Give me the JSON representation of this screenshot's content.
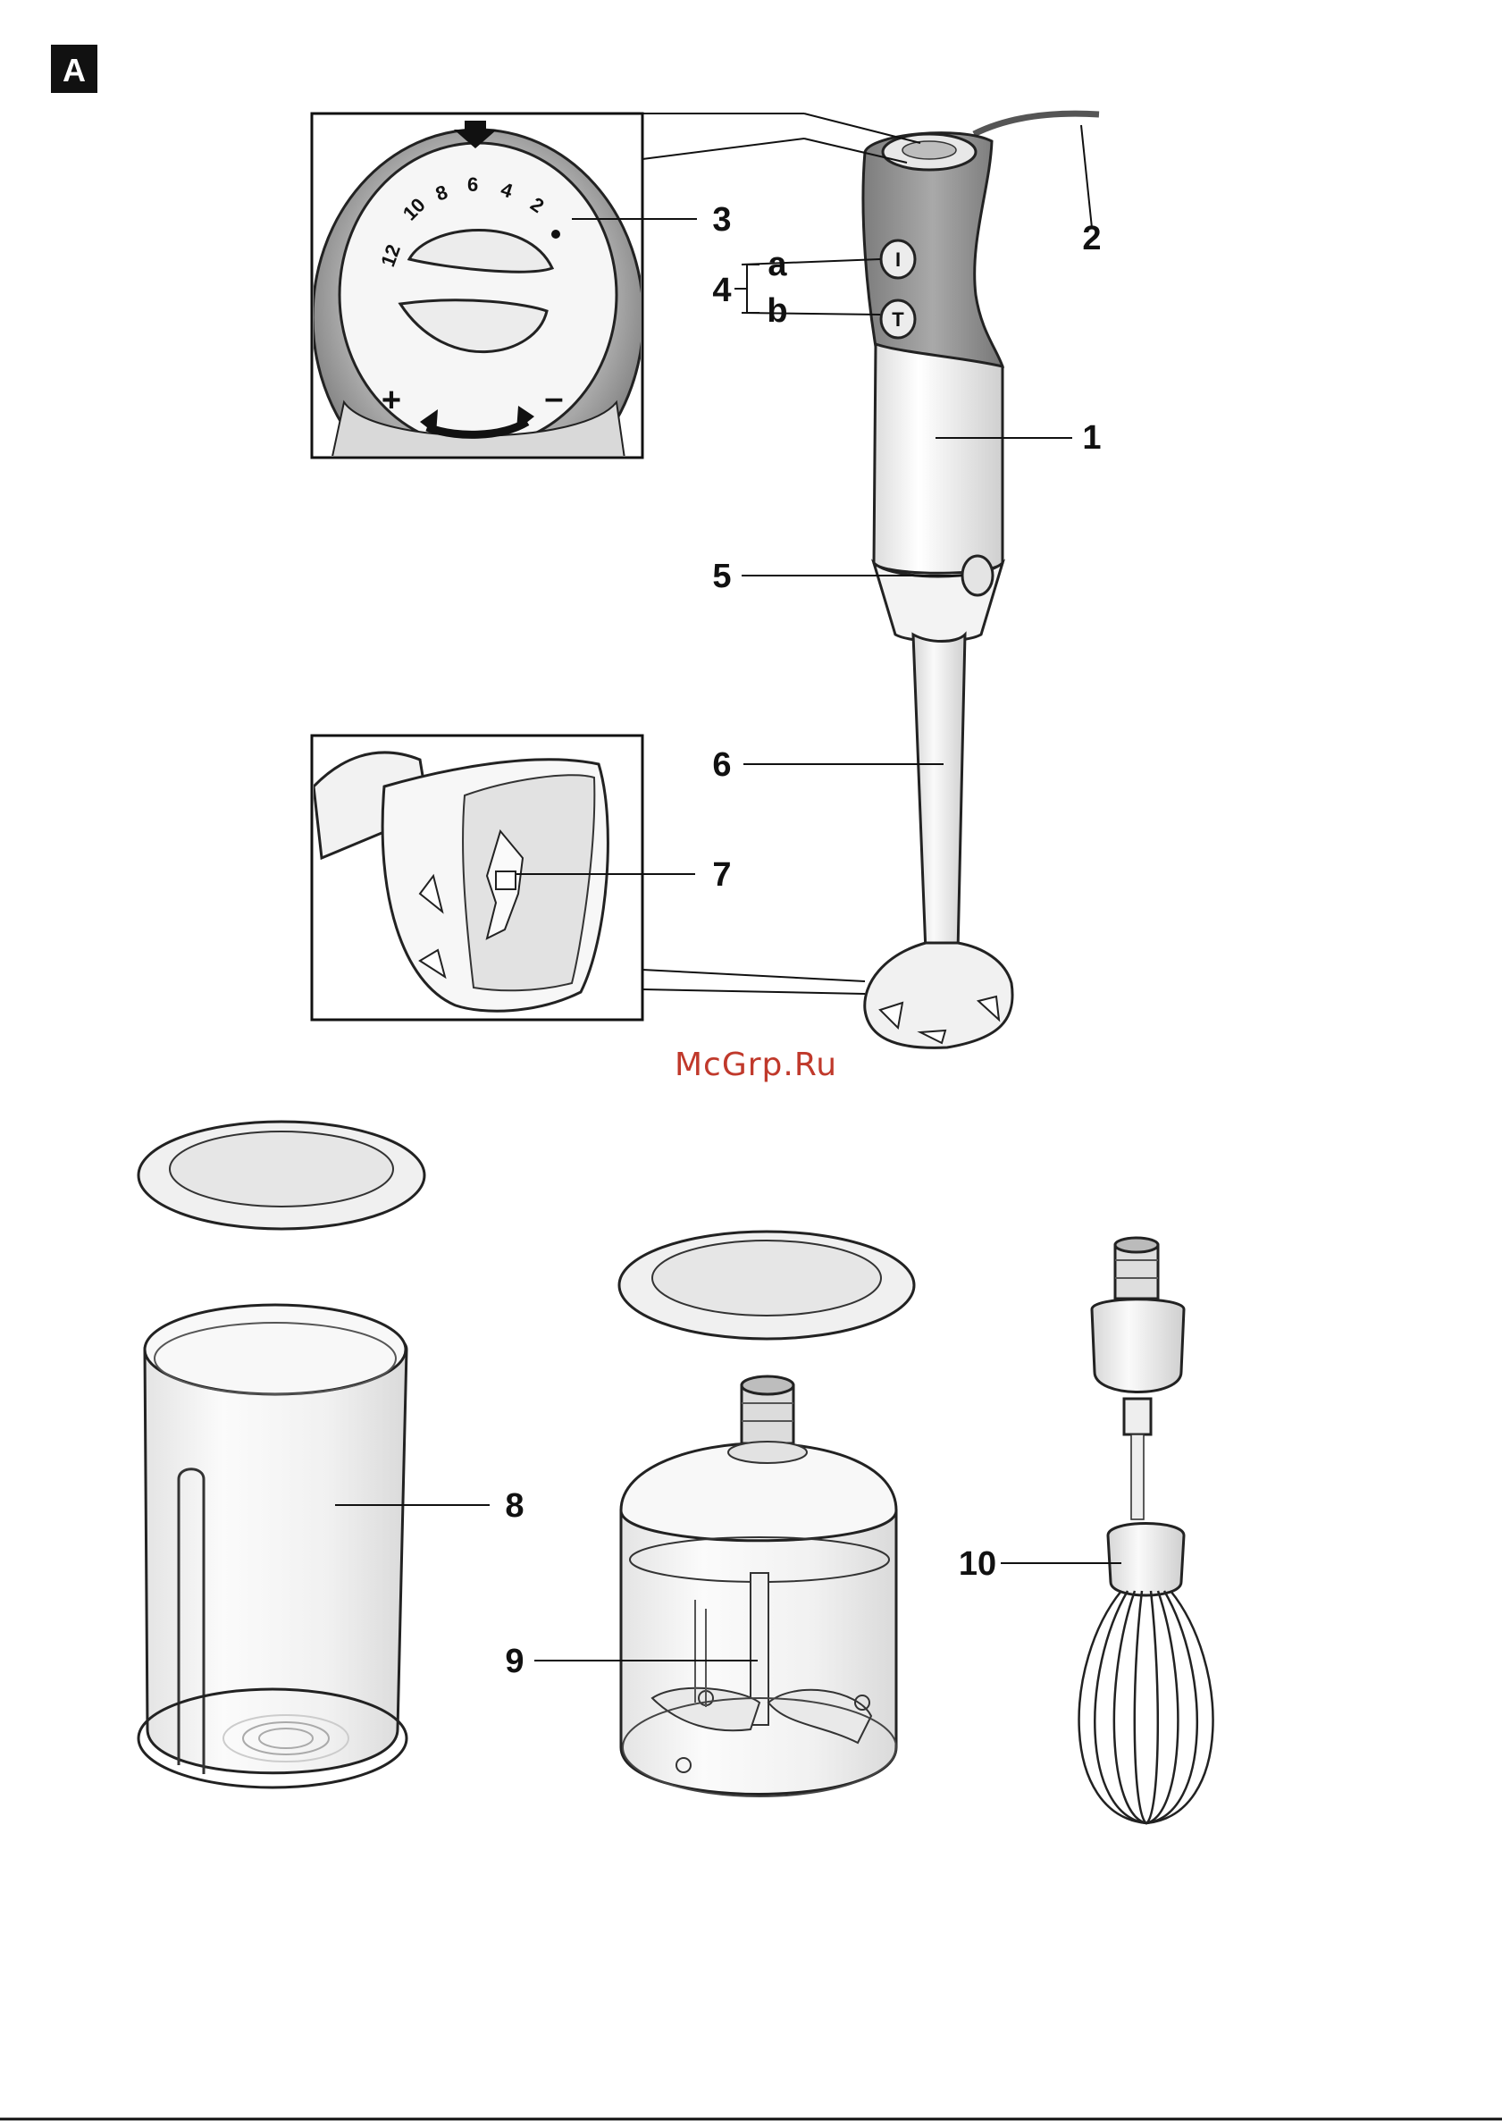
{
  "figure": {
    "tag": "A"
  },
  "watermark": "McGrp.Ru",
  "callouts": {
    "c1": "1",
    "c2": "2",
    "c3": "3",
    "c4": "4",
    "c4a": "a",
    "c4b": "b",
    "c5": "5",
    "c6": "6",
    "c7": "7",
    "c8": "8",
    "c9": "9",
    "c10": "10"
  },
  "dial": {
    "scale": [
      "12",
      "10",
      "8",
      "6",
      "4",
      "2"
    ],
    "plus": "+",
    "minus": "–"
  },
  "buttons": {
    "a_symbol": "I",
    "b_symbol": "T"
  }
}
